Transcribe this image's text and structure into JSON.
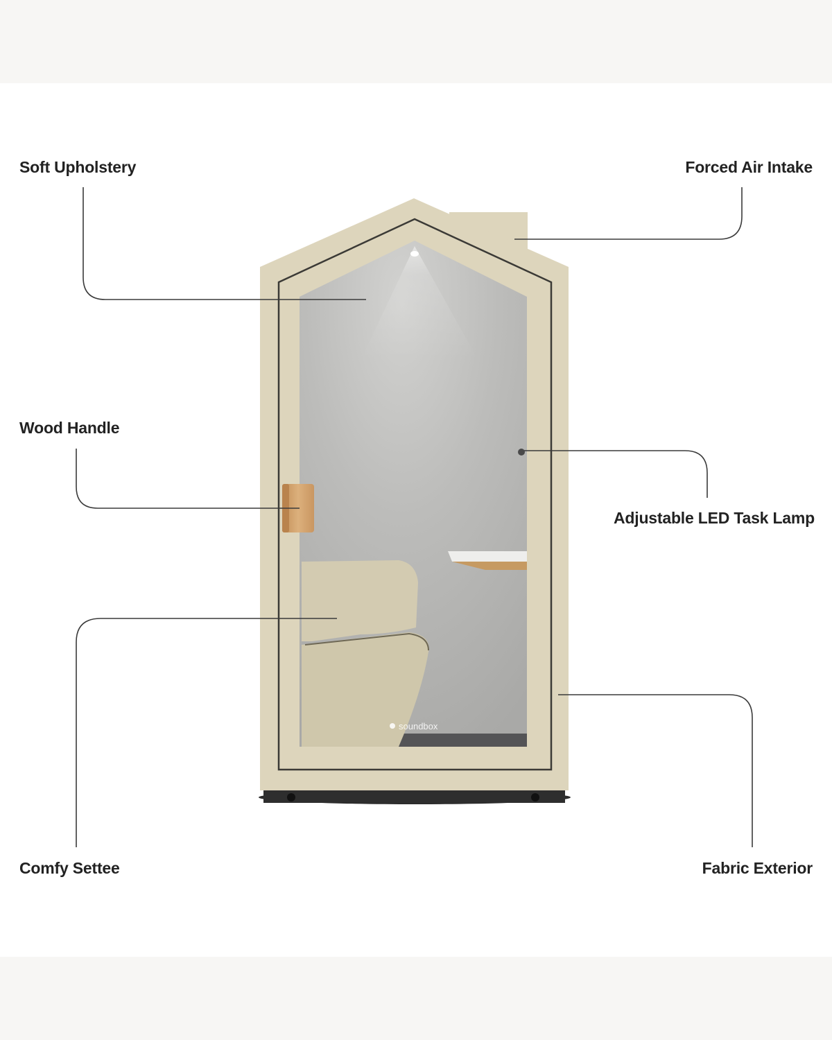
{
  "callouts": {
    "soft_upholstery": "Soft Upholstery",
    "forced_air_intake": "Forced Air Intake",
    "wood_handle": "Wood Handle",
    "led_task_lamp": "Adjustable LED Task Lamp",
    "comfy_settee": "Comfy Settee",
    "fabric_exterior": "Fabric Exterior"
  },
  "product": {
    "brand_mark": "soundbox"
  },
  "colors": {
    "background": "#ffffff",
    "band": "#f7f6f4",
    "fabric_exterior": "#ddd5bc",
    "interior_grey": "#b2b2b0",
    "wood": "#d1a36e",
    "leader_line": "#3a3a3a",
    "label_text": "#222222"
  }
}
